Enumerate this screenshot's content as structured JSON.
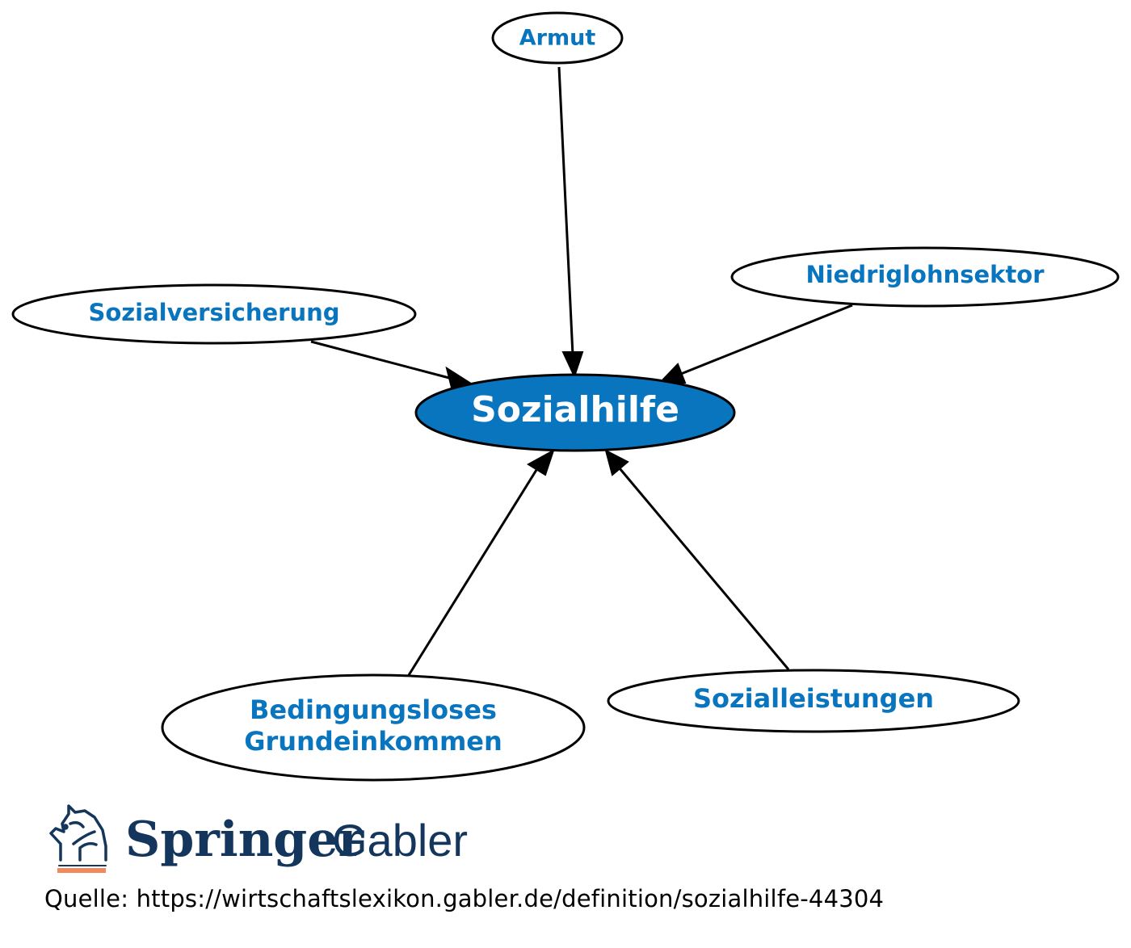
{
  "center": {
    "label": "Sozialhilfe",
    "fill": "#0875BE"
  },
  "nodes": [
    {
      "id": "armut",
      "label": "Armut"
    },
    {
      "id": "niedriglohnsektor",
      "label": "Niedriglohnsektor"
    },
    {
      "id": "sozialversicherung",
      "label": "Sozialversicherung"
    },
    {
      "id": "bge",
      "label_line1": "Bedingungsloses",
      "label_line2": "Grundeinkommen"
    },
    {
      "id": "sozialleistungen",
      "label": "Sozialleistungen"
    }
  ],
  "colors": {
    "link_text": "#0875BE",
    "edge": "#000000",
    "logo": "#14365C",
    "logo_underline": "#F08A5D"
  },
  "logo": {
    "brand": "Springer",
    "imprint": "Gabler",
    "icon": "knight-horse-icon"
  },
  "source": {
    "text": "Quelle: https://wirtschaftslexikon.gabler.de/definition/sozialhilfe-44304"
  }
}
